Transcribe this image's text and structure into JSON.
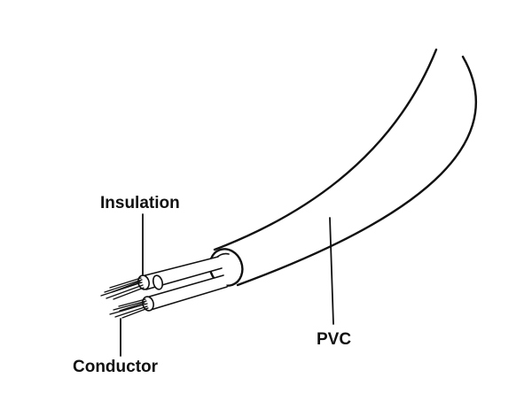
{
  "labels": {
    "insulation": "Insulation",
    "conductor": "Conductor",
    "pvc": "PVC"
  },
  "colors": {
    "ink": "#111111",
    "background": "#ffffff"
  }
}
